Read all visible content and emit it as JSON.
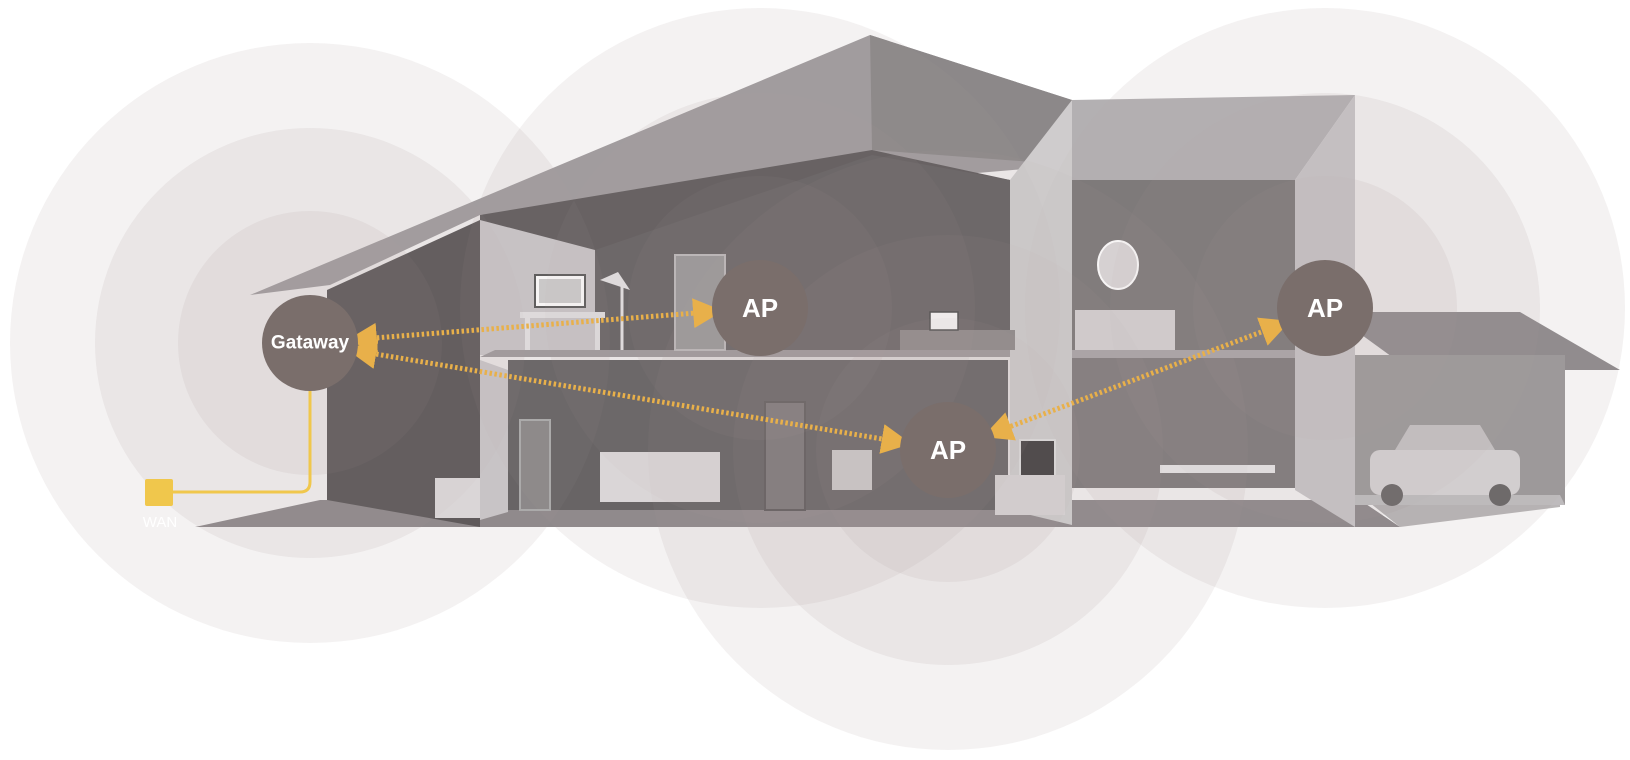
{
  "diagram": {
    "nodes": [
      {
        "id": "gateway",
        "label": "Gataway"
      },
      {
        "id": "ap-upper",
        "label": "AP"
      },
      {
        "id": "ap-lower",
        "label": "AP"
      },
      {
        "id": "ap-right",
        "label": "AP"
      }
    ],
    "wan_label": "WAN",
    "links": [
      {
        "from": "gateway",
        "to": "ap-upper"
      },
      {
        "from": "gateway",
        "to": "ap-lower"
      },
      {
        "from": "ap-lower",
        "to": "ap-right"
      }
    ],
    "colors": {
      "link": "#e8b04a",
      "wan_cable": "#f0c74c",
      "node_fill": "#7a6e6b",
      "coverage": "#b8aeb2"
    }
  }
}
